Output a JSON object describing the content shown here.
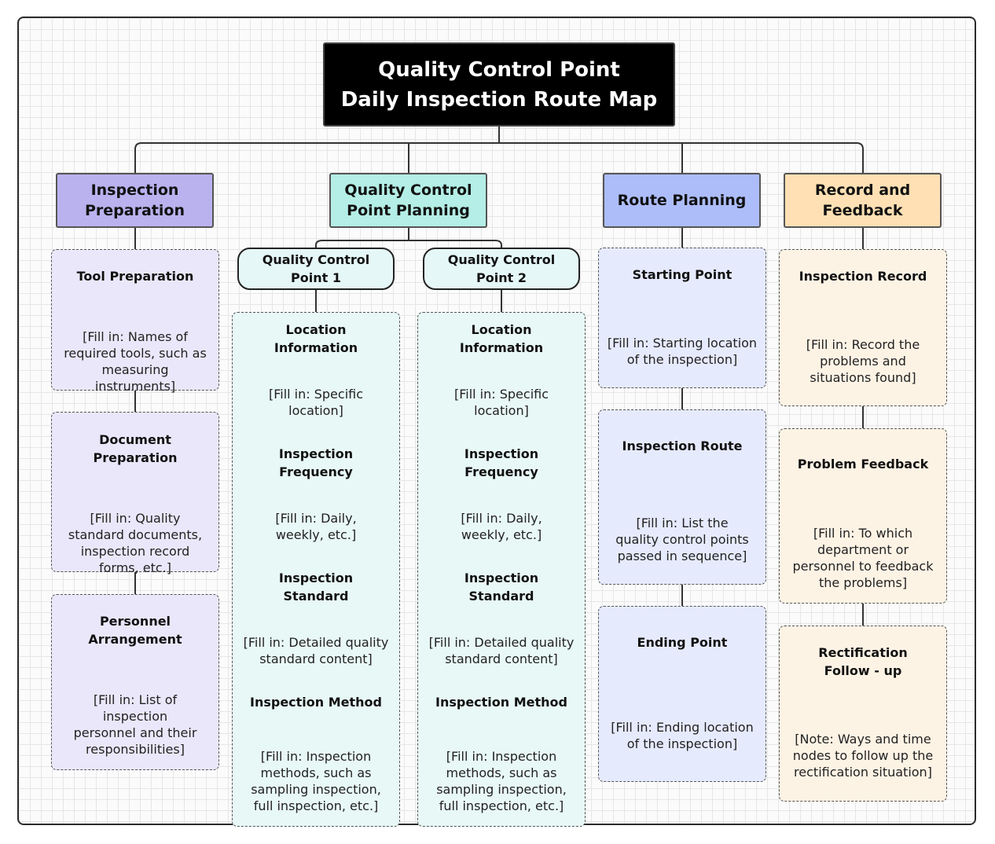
{
  "title": {
    "line1": "Quality Control Point",
    "line2": "Daily Inspection Route Map"
  },
  "colors": {
    "title_bg": "#000000",
    "prep": "#b9b2ee",
    "qcp": "#b4eee6",
    "route": "#adbdfa",
    "record": "#ffe0b4",
    "prep_box": "#ebe7fa",
    "qcp_box": "#e8f8f6",
    "route_box": "#e6eafd",
    "record_box": "#fdf3e5"
  },
  "categories": {
    "prep": "Inspection Preparation",
    "qcp": "Quality Control Point Planning",
    "route": "Route Planning",
    "record": "Record and Feedback"
  },
  "prep": {
    "tool": {
      "title": "Tool Preparation",
      "text": "[Fill in: Names of required tools, such as measuring instruments]"
    },
    "document": {
      "title": "Document Preparation",
      "text": "[Fill in: Quality standard documents, inspection record forms, etc.]"
    },
    "personnel": {
      "title": "Personnel Arrangement",
      "text": "[Fill in: List of inspection personnel and their responsibilities]"
    }
  },
  "qcp_points": [
    {
      "name": "Quality Control Point 1",
      "location_title": "Location Information",
      "location_text": "[Fill in: Specific location]",
      "frequency_title": "Inspection Frequency",
      "frequency_text": "[Fill in: Daily, weekly, etc.]",
      "standard_title": "Inspection Standard",
      "standard_text": "[Fill in: Detailed quality standard content]",
      "method_title": "Inspection Method",
      "method_text": "[Fill in: Inspection methods, such as sampling inspection, full inspection, etc.]"
    },
    {
      "name": "Quality Control Point 2",
      "location_title": "Location Information",
      "location_text": "[Fill in: Specific location]",
      "frequency_title": "Inspection Frequency",
      "frequency_text": "[Fill in: Daily, weekly, etc.]",
      "standard_title": "Inspection Standard",
      "standard_text": "[Fill in: Detailed quality standard content]",
      "method_title": "Inspection Method",
      "method_text": "[Fill in: Inspection methods, such as sampling inspection, full inspection, etc.]"
    }
  ],
  "route": {
    "start": {
      "title": "Starting Point",
      "text": "[Fill in: Starting location of the inspection]"
    },
    "path": {
      "title": "Inspection Route",
      "text": "[Fill in: List the quality control points passed in sequence]"
    },
    "end": {
      "title": "Ending Point",
      "text": "[Fill in: Ending location of the inspection]"
    }
  },
  "record": {
    "inspection": {
      "title": "Inspection Record",
      "text": "[Fill in: Record the problems and situations found]"
    },
    "feedback": {
      "title": "Problem Feedback",
      "text": "[Fill in: To which department or personnel to feedback the problems]"
    },
    "rectification": {
      "title": "Rectification Follow - up",
      "text": "[Note: Ways and time nodes to follow up the rectification situation]"
    }
  }
}
